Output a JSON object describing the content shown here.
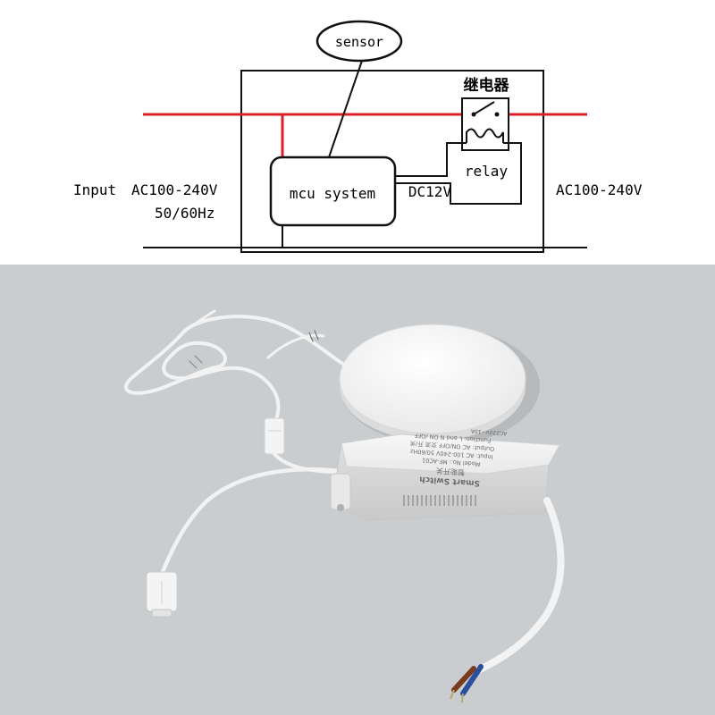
{
  "diagram": {
    "labels": {
      "sensor": "sensor",
      "relay_cn": "继电器",
      "mcu": "mcu system",
      "dc": "DC12V",
      "relay": "relay",
      "input": "Input",
      "ac_in": "AC100-240V",
      "freq": "50/60Hz",
      "ac_out": "AC100-240V"
    },
    "colors": {
      "line_wire": "#dd1f2a",
      "neutral_wire": "#111111",
      "box_stroke": "#111111"
    }
  },
  "photo": {
    "background_color": "#c9cdcf",
    "device_label": {
      "line1": "Smart Switch",
      "line2": "智能开关",
      "line3": "Model No.: MF-AC01",
      "line4": "Input: AC 100-240V 50/60Hz",
      "line5": "Output: AC ON/OFF 交流 开/关",
      "line6": "Function: L and N ON /OFF",
      "line7": "AC220V~10A"
    },
    "wire_colors": [
      "#2b4f9e",
      "#7a3b1c"
    ]
  }
}
